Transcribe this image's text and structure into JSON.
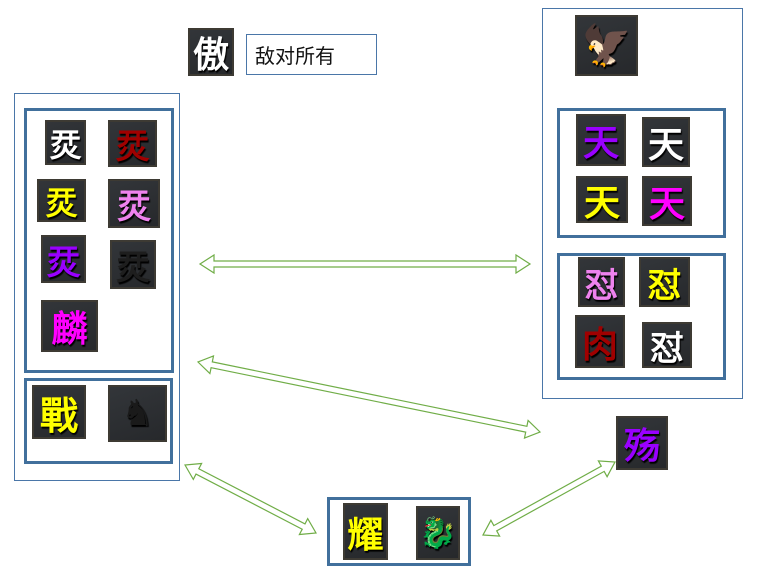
{
  "top": {
    "icon": {
      "char": "傲",
      "color": "#ffffff"
    },
    "label": "敌对所有"
  },
  "left_group": {
    "box1": [
      {
        "char": "烎",
        "color": "#ffffff"
      },
      {
        "char": "烎",
        "color": "#a00000"
      },
      {
        "char": "烎",
        "color": "#ffff00"
      },
      {
        "char": "烎",
        "color": "#ee82ee"
      },
      {
        "char": "烎",
        "color": "#9900ff"
      },
      {
        "char": "烎",
        "color": "#1e1e1e"
      },
      {
        "char": "麟",
        "color": "#ff00ff"
      }
    ],
    "box2": [
      {
        "char": "戰",
        "color": "#ffff00"
      },
      {
        "char": "horse-emblem",
        "color": "#1a1a1a"
      }
    ]
  },
  "right_group": {
    "emblem": {
      "char": "eagle-emblem",
      "color": "#ff6060"
    },
    "box1": [
      {
        "char": "天",
        "color": "#9900ff"
      },
      {
        "char": "天",
        "color": "#ffffff"
      },
      {
        "char": "天",
        "color": "#ffff00"
      },
      {
        "char": "天",
        "color": "#ff00ff"
      }
    ],
    "box2": [
      {
        "char": "怼",
        "color": "#ee82ee"
      },
      {
        "char": "怼",
        "color": "#ffff00"
      },
      {
        "char": "肉",
        "color": "#a00000"
      },
      {
        "char": "怼",
        "color": "#ffffff"
      }
    ]
  },
  "standalone": {
    "char": "殇",
    "color": "#9900ff"
  },
  "bottom_group": [
    {
      "char": "耀",
      "color": "#ffff00"
    },
    {
      "char": "dragon-emblem",
      "color": "#ffd700"
    }
  ],
  "arrow_color": "#70ad47"
}
